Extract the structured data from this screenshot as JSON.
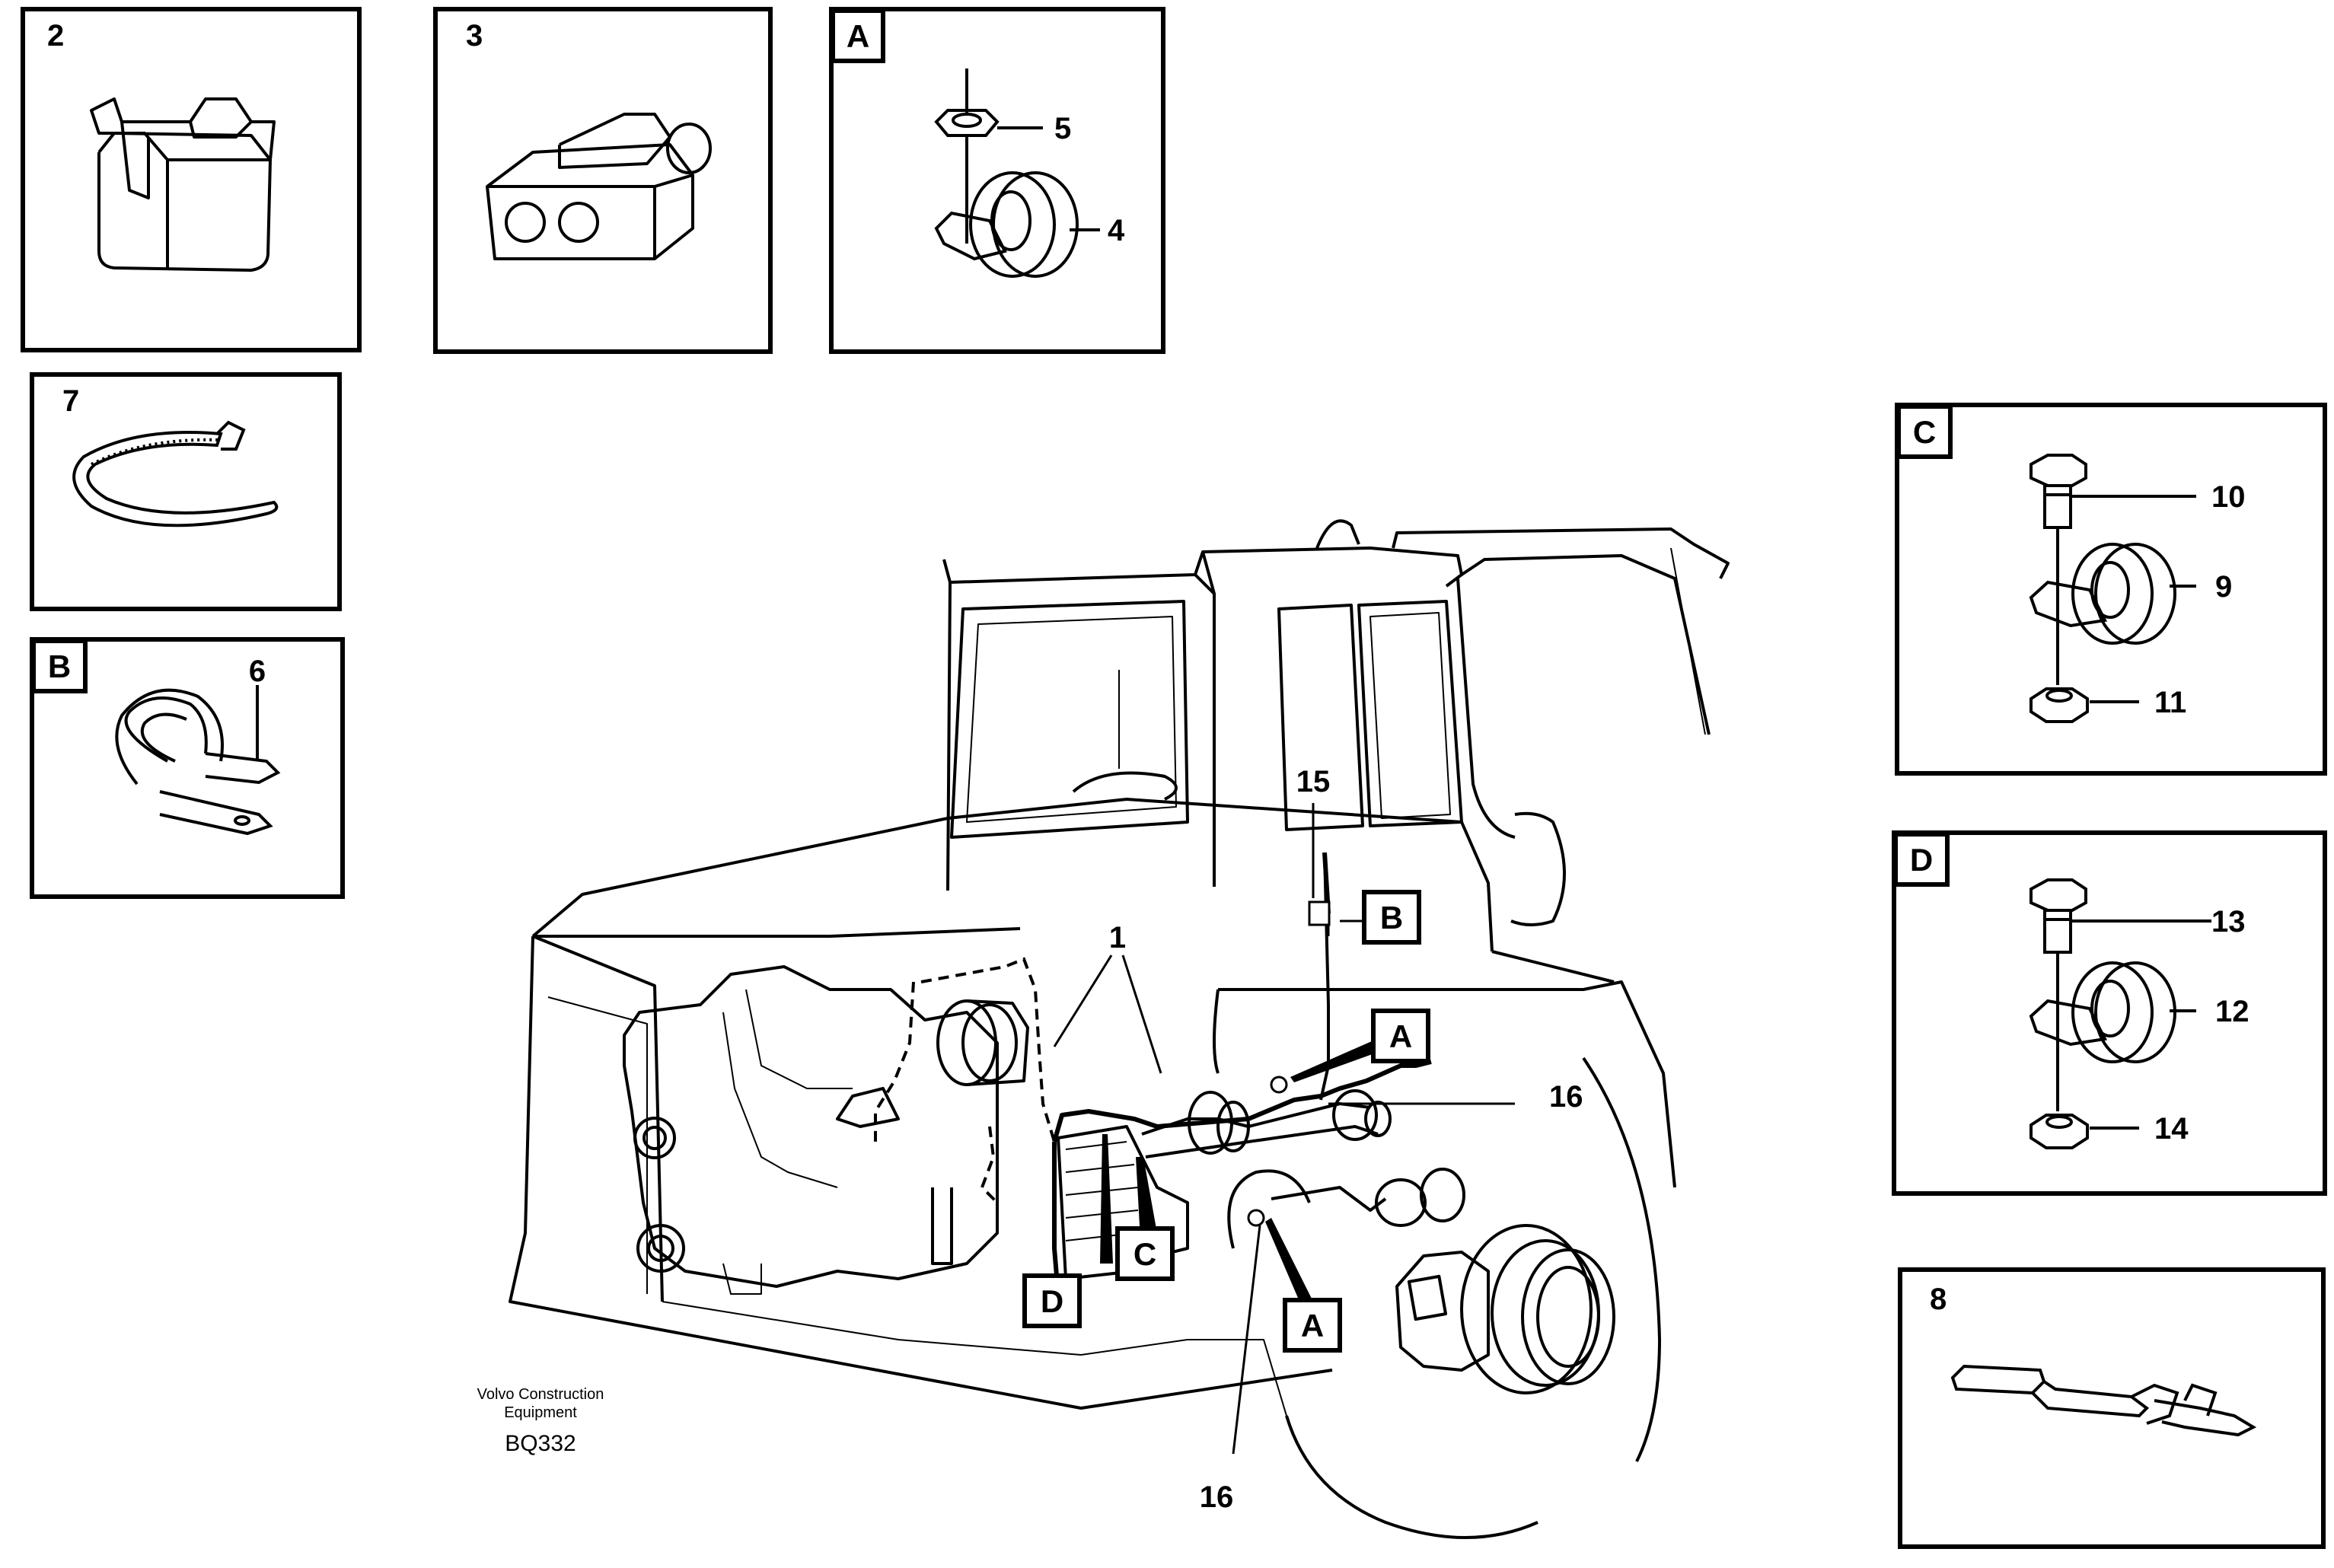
{
  "panels": {
    "p2": {
      "label": "2"
    },
    "p3": {
      "label": "3"
    },
    "pA": {
      "label": "A",
      "callouts": [
        "5",
        "4"
      ]
    },
    "p7": {
      "label": "7"
    },
    "pB": {
      "label": "B",
      "callouts": [
        "6"
      ]
    },
    "pC": {
      "label": "C",
      "callouts": [
        "10",
        "9",
        "11"
      ]
    },
    "pD": {
      "label": "D",
      "callouts": [
        "13",
        "12",
        "14"
      ]
    },
    "p8": {
      "label": "8"
    }
  },
  "main": {
    "callout_1": "1",
    "callout_15": "15",
    "callout_16_right": "16",
    "callout_16_bottom": "16",
    "tag_B": "B",
    "tag_A_upper": "A",
    "tag_A_lower": "A",
    "tag_C": "C",
    "tag_D": "D"
  },
  "credit": {
    "line1": "Volvo Construction",
    "line2": "Equipment",
    "code": "BQ332"
  }
}
